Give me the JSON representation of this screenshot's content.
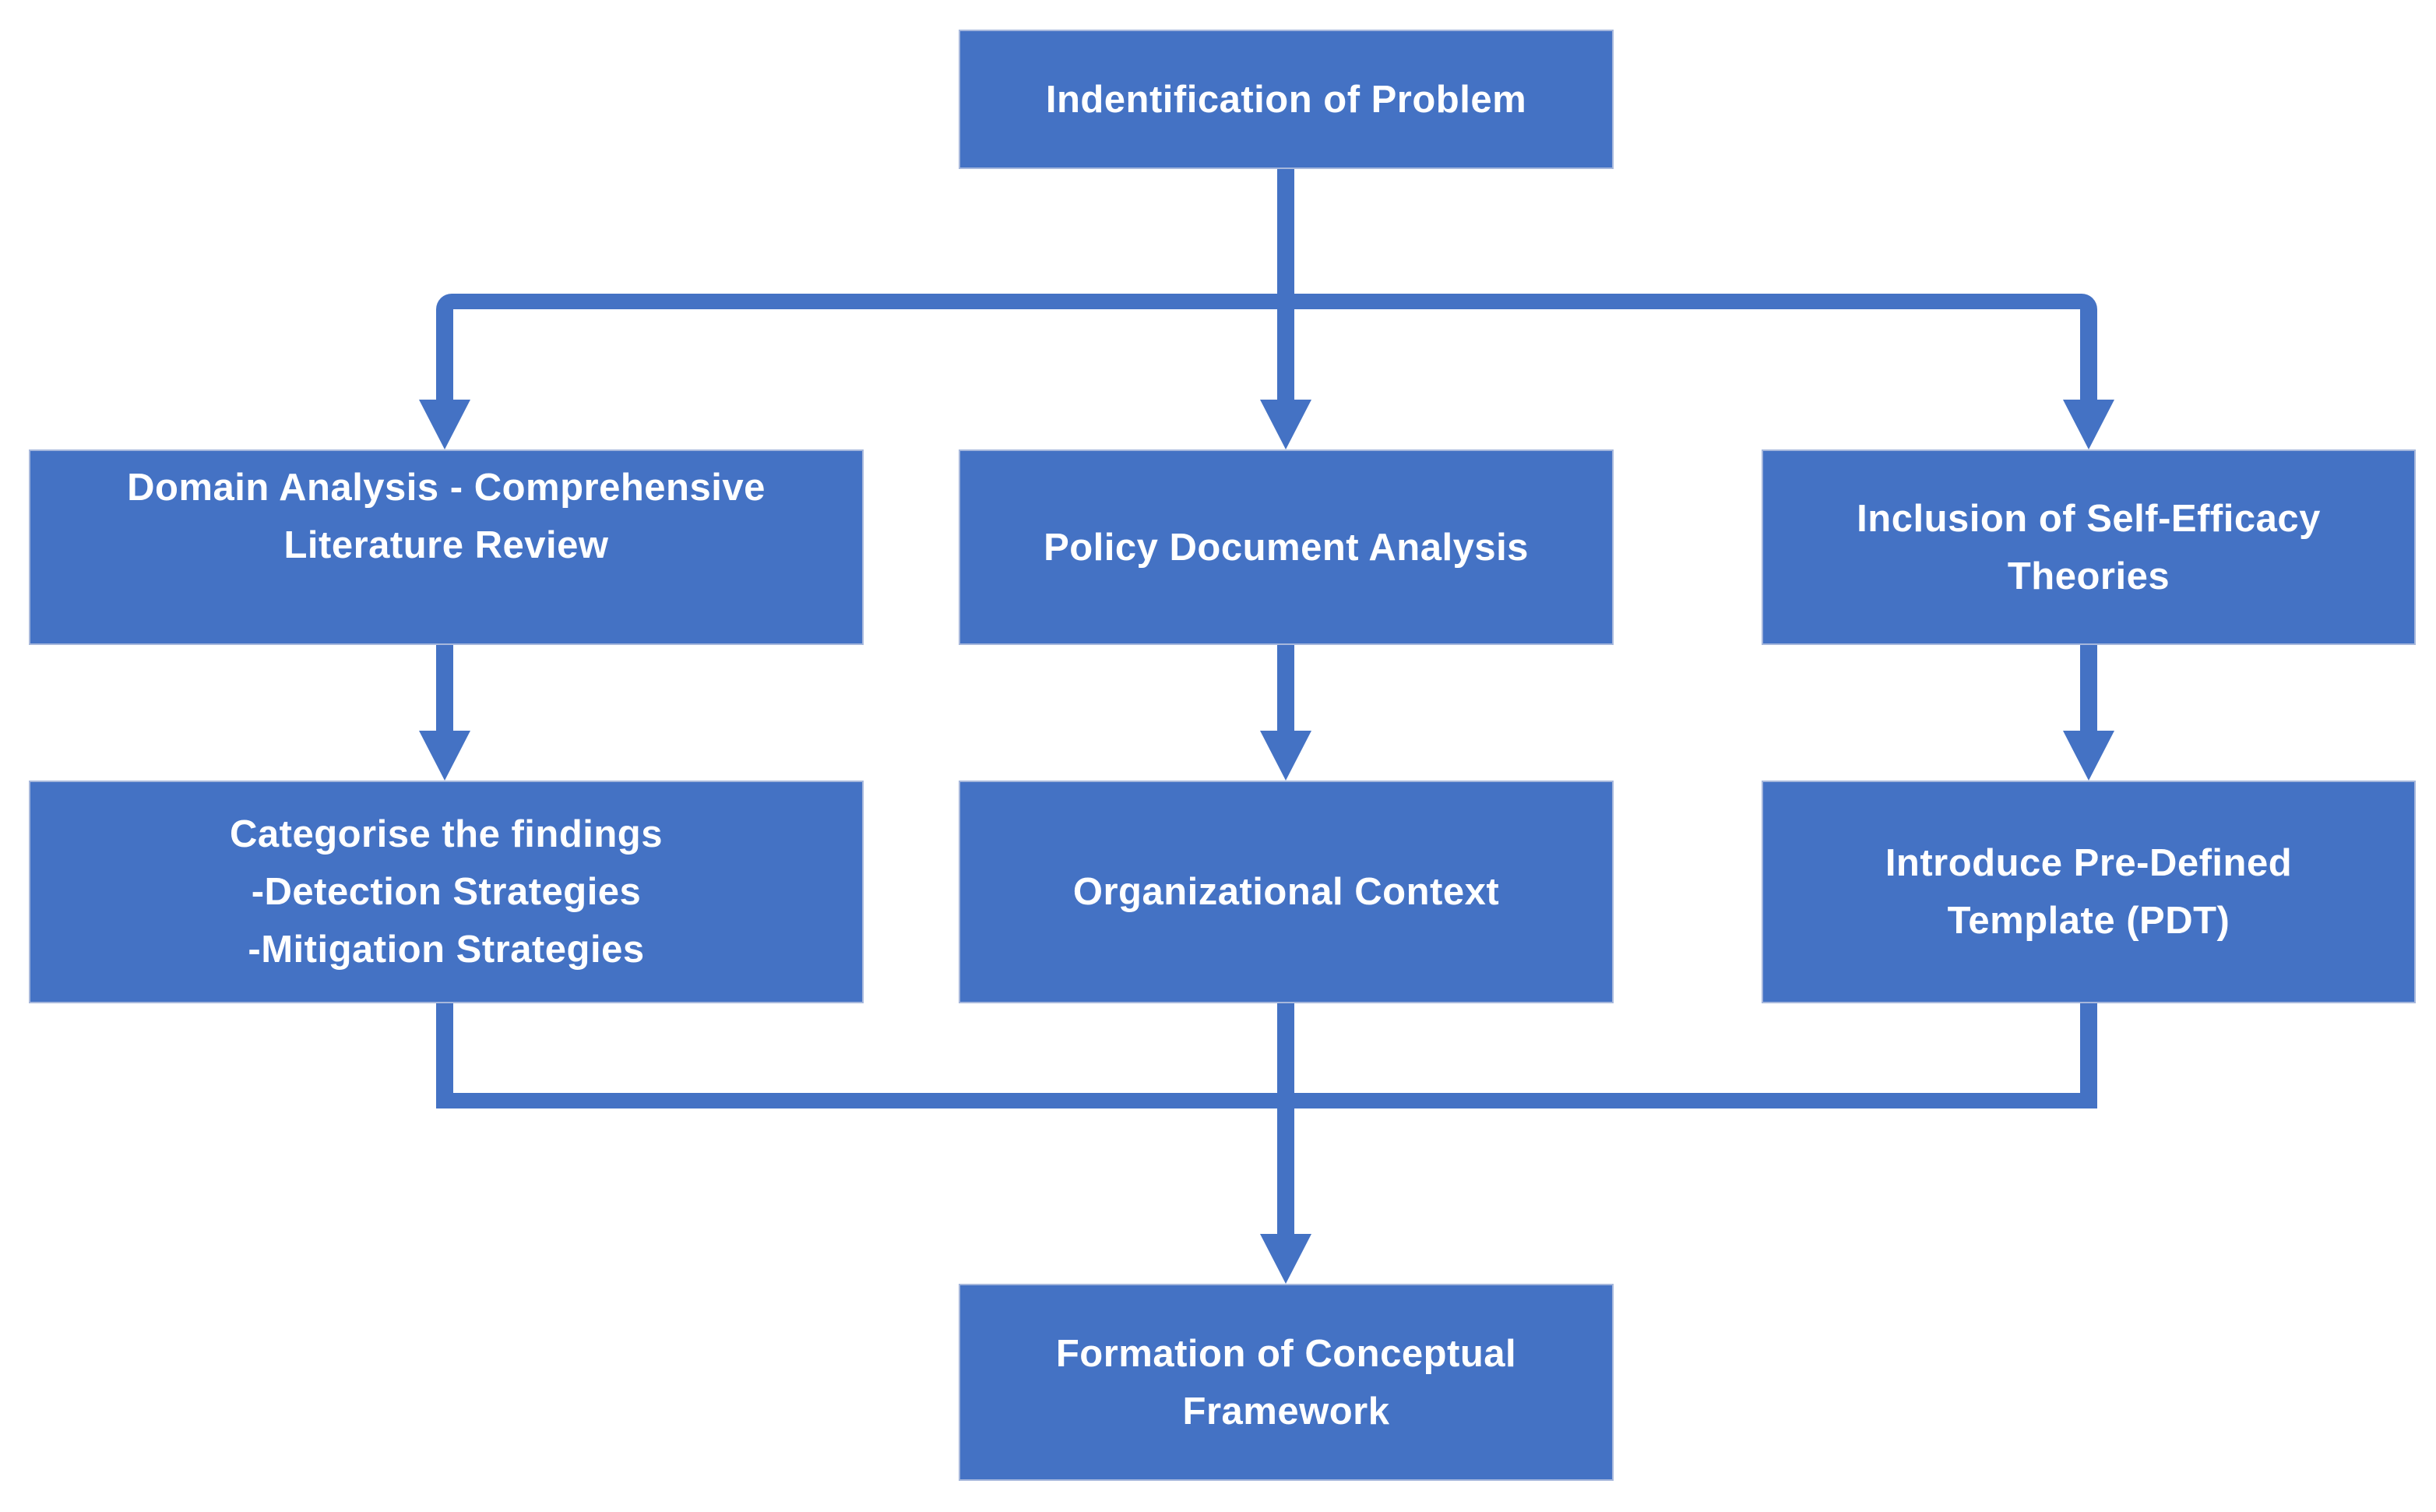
{
  "diagram": {
    "type": "flowchart",
    "background": "#FFFFFF"
  },
  "colors": {
    "node_fill": "#4472C4",
    "node_border": "#A6B7DC",
    "connector": "#4472C4",
    "text": "#FFFFFF"
  },
  "nodes": {
    "identification": {
      "lines": [
        "Indentification of Problem"
      ]
    },
    "domain_analysis": {
      "lines": [
        "Domain Analysis - Comprehensive",
        "Literature Review"
      ]
    },
    "policy_document": {
      "lines": [
        "Policy Document Analysis"
      ]
    },
    "self_efficacy": {
      "lines": [
        "Inclusion of Self-Efficacy",
        "Theories"
      ]
    },
    "categorise_findings": {
      "lines": [
        "Categorise the findings",
        "-Detection Strategies",
        "-Mitigation Strategies"
      ]
    },
    "organizational_context": {
      "lines": [
        "Organizational Context"
      ]
    },
    "pre_defined_template": {
      "lines": [
        "Introduce Pre-Defined",
        "Template (PDT)"
      ]
    },
    "formation": {
      "lines": [
        "Formation of Conceptual",
        "Framework"
      ]
    }
  },
  "edges": [
    {
      "from": "identification",
      "to": "domain_analysis"
    },
    {
      "from": "identification",
      "to": "policy_document"
    },
    {
      "from": "identification",
      "to": "self_efficacy"
    },
    {
      "from": "domain_analysis",
      "to": "categorise_findings"
    },
    {
      "from": "policy_document",
      "to": "organizational_context"
    },
    {
      "from": "self_efficacy",
      "to": "pre_defined_template"
    },
    {
      "from": "categorise_findings",
      "to": "formation"
    },
    {
      "from": "organizational_context",
      "to": "formation"
    },
    {
      "from": "pre_defined_template",
      "to": "formation"
    }
  ]
}
